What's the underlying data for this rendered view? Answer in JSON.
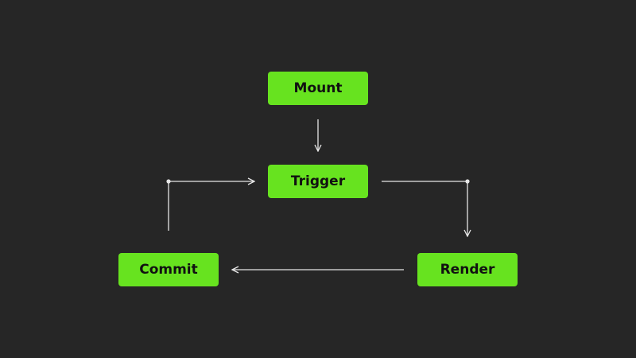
{
  "colors": {
    "background": "#262626",
    "node_fill": "#67E31F",
    "node_text": "#111111",
    "connector": "#E6E6E6"
  },
  "nodes": {
    "mount": {
      "label": "Mount"
    },
    "trigger": {
      "label": "Trigger"
    },
    "commit": {
      "label": "Commit"
    },
    "render": {
      "label": "Render"
    }
  },
  "edges": [
    {
      "from": "mount",
      "to": "trigger"
    },
    {
      "from": "trigger",
      "to": "render"
    },
    {
      "from": "render",
      "to": "commit"
    },
    {
      "from": "commit",
      "to": "trigger"
    }
  ]
}
